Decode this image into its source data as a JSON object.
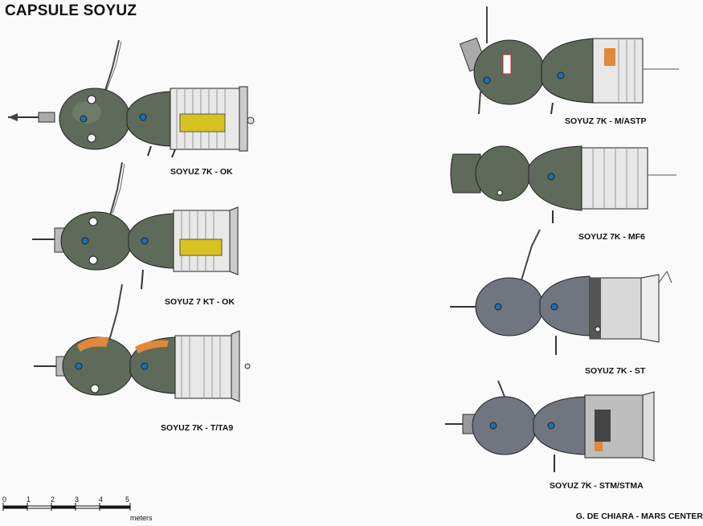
{
  "title": "CAPSULE SOYUZ",
  "variants": [
    {
      "label": "SOYUZ 7K - OK"
    },
    {
      "label": "SOYUZ 7 KT - OK"
    },
    {
      "label": "SOYUZ 7K - T/TA9"
    },
    {
      "label": "SOYUZ 7K - M/ASTP"
    },
    {
      "label": "SOYUZ  7K - MF6"
    },
    {
      "label": "SOYUZ  7K - ST"
    },
    {
      "label": "SOYUZ  7K - STM/STMA"
    }
  ],
  "scale": {
    "ticks": [
      "0",
      "1",
      "2",
      "3",
      "4",
      "5"
    ],
    "unit": "meters"
  },
  "credit": "G. DE CHIARA - MARS CENTER",
  "colors": {
    "green_body": "#5f6b5a",
    "grey_body": "#707580",
    "orange_accent": "#e0893a",
    "yellow_panel": "#d8c21f",
    "white_band": "#e8e8e8"
  }
}
